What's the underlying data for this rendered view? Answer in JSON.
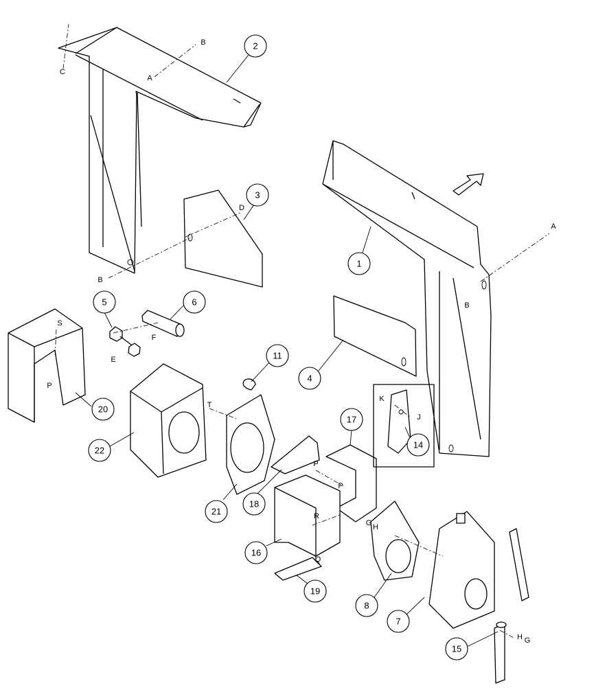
{
  "diagram": {
    "callouts": [
      {
        "id": "c1",
        "number": "1"
      },
      {
        "id": "c2",
        "number": "2"
      },
      {
        "id": "c3",
        "number": "3"
      },
      {
        "id": "c4",
        "number": "4"
      },
      {
        "id": "c5",
        "number": "5"
      },
      {
        "id": "c6",
        "number": "6"
      },
      {
        "id": "c7",
        "number": "7"
      },
      {
        "id": "c8",
        "number": "8"
      },
      {
        "id": "c11",
        "number": "11"
      },
      {
        "id": "c14",
        "number": "14"
      },
      {
        "id": "c15",
        "number": "15"
      },
      {
        "id": "c16",
        "number": "16"
      },
      {
        "id": "c17",
        "number": "17"
      },
      {
        "id": "c18",
        "number": "18"
      },
      {
        "id": "c19",
        "number": "19"
      },
      {
        "id": "c20",
        "number": "20"
      },
      {
        "id": "c21",
        "number": "21"
      },
      {
        "id": "c22",
        "number": "22"
      }
    ],
    "reference_letters": {
      "C_top": "C",
      "A_top": "A",
      "B_top": "B",
      "D_part3": "D",
      "B_left": "B",
      "A_right": "A",
      "B_right": "B",
      "S": "S",
      "P_left": "P",
      "F": "F",
      "E": "E",
      "T": "T",
      "K": "K",
      "J": "J",
      "P_18": "P",
      "P_17": "P",
      "R": "R",
      "Q": "Q",
      "G_8": "G",
      "H_8": "H",
      "H_15": "H",
      "G_15": "G"
    }
  }
}
